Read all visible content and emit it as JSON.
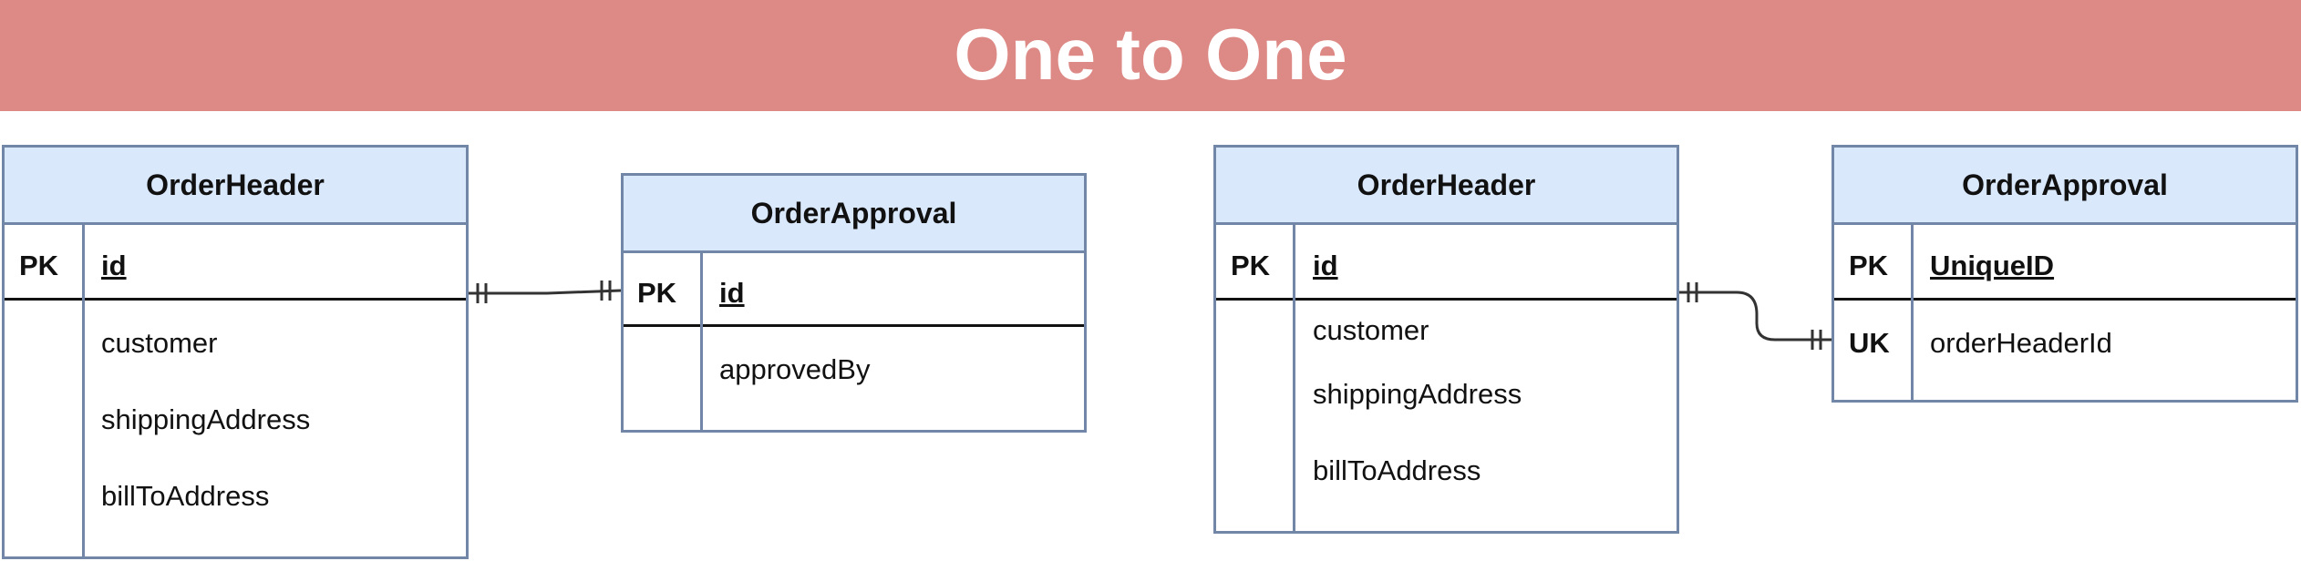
{
  "title": "One to One",
  "diagrams": [
    {
      "left": {
        "name": "OrderHeader",
        "key_label": "PK",
        "key_field": "id",
        "fields": [
          "customer",
          "shippingAddress",
          "billToAddress"
        ]
      },
      "right": {
        "name": "OrderApproval",
        "key_label": "PK",
        "key_field": "id",
        "fields": [
          "approvedBy"
        ]
      }
    },
    {
      "left": {
        "name": "OrderHeader",
        "key_label": "PK",
        "key_field": "id",
        "fields": [
          "customer",
          "shippingAddress",
          "billToAddress"
        ]
      },
      "right": {
        "name": "OrderApproval",
        "key_label": "PK",
        "key_field": "UniqueID",
        "fk_label": "UK",
        "fk_field": "orderHeaderId"
      }
    }
  ],
  "colors": {
    "banner": "#dd8985",
    "header_fill": "#dae8fc",
    "border": "#7286a8"
  }
}
